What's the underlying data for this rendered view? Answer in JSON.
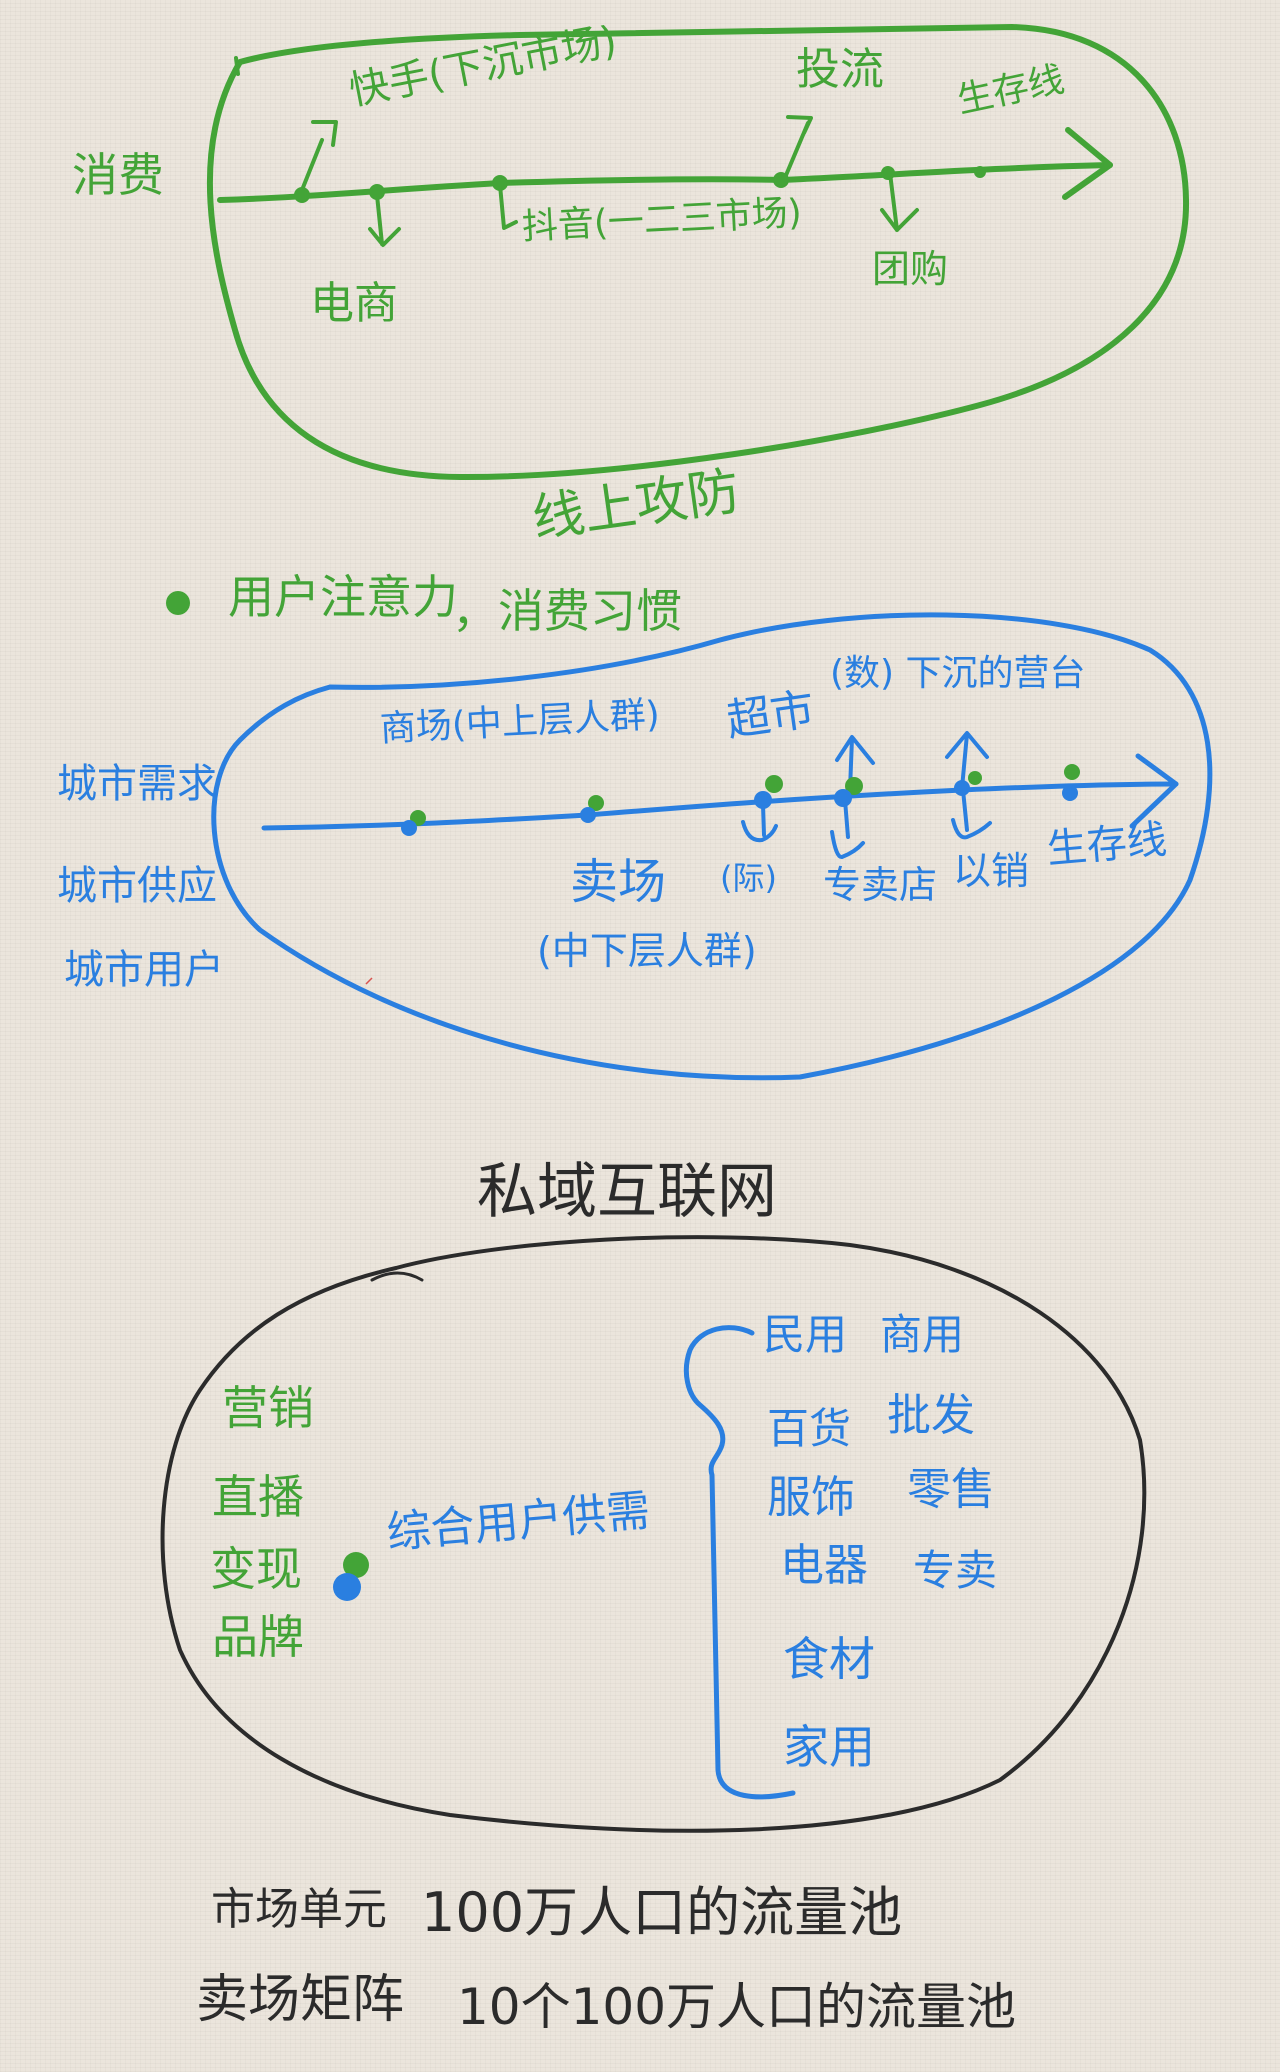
{
  "page": {
    "background": "#ebe5dc"
  },
  "colors": {
    "green": "#43a437",
    "blue": "#2a7fe0",
    "black": "#2b2b2b"
  },
  "online": {
    "axis_label": "消费",
    "nodes": [
      {
        "label": "快手(下沉市场)",
        "arrow": "up"
      },
      {
        "label": "电商",
        "arrow": "down"
      },
      {
        "label": "抖音(一二三市场)",
        "arrow": "down"
      },
      {
        "label": "投流",
        "arrow": "up"
      },
      {
        "label": "团购",
        "arrow": "down"
      },
      {
        "label": "生存线",
        "arrow": "none"
      }
    ],
    "caption": "线上攻防"
  },
  "bullet": {
    "part1": "用户注意力",
    "part2": "，消费习惯"
  },
  "offline": {
    "axis_labels": [
      "城市需求",
      "城市供应",
      "城市用户"
    ],
    "nodes": [
      {
        "label": "商场(中上层人群)"
      },
      {
        "label": "卖场",
        "note": "(中下层人群)"
      },
      {
        "label": "超市",
        "note": "(际)"
      },
      {
        "label": "专卖店"
      },
      {
        "label": "以销"
      },
      {
        "label": "生存线"
      }
    ],
    "shared_note": "(数) 下沉的营台"
  },
  "private": {
    "title": "私域互联网",
    "methods": [
      "营销",
      "直播",
      "变现",
      "品牌"
    ],
    "center": "综合用户供需",
    "categories_left": [
      "民用",
      "百货",
      "服饰",
      "电器",
      "食材",
      "家用"
    ],
    "categories_right": [
      "商用",
      "批发",
      "零售",
      "专卖"
    ]
  },
  "footer": [
    {
      "term": "市场单元",
      "desc": "100万人口的流量池"
    },
    {
      "term": "卖场矩阵",
      "desc": "10个100万人口的流量池"
    }
  ]
}
